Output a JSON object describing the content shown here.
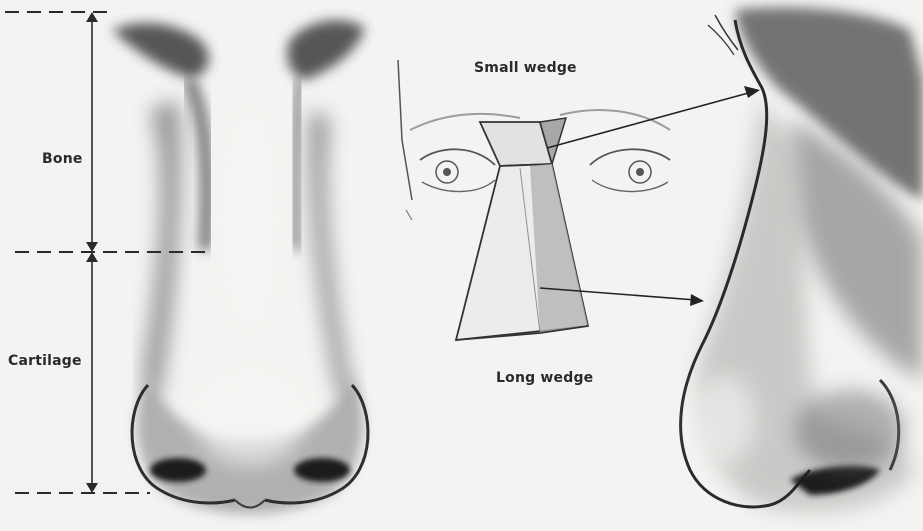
{
  "labels": {
    "bone": "Bone",
    "cartilage": "Cartilage",
    "small_wedge": "Small wedge",
    "long_wedge": "Long wedge"
  },
  "colors": {
    "paper": "#f3f3f1",
    "ink": "#2a2a2a",
    "graphite_dark": "#3a3a3a",
    "graphite_mid": "#8a8a8a",
    "graphite_light": "#c8c8c6"
  }
}
